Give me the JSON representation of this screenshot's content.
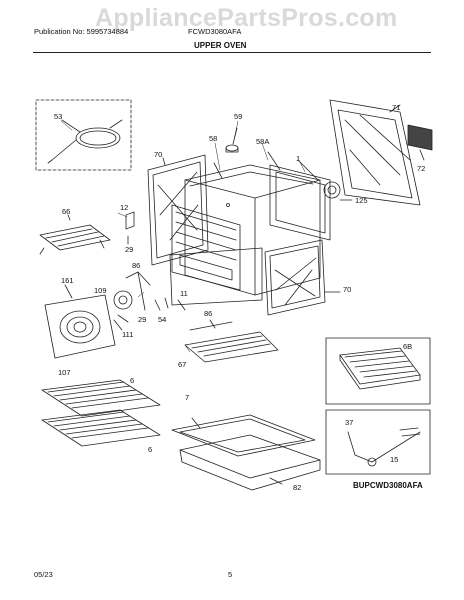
{
  "watermark": "AppliancePartsPros.com",
  "header": {
    "publication": "Publication No: 5995734884",
    "model": "FCWD3080AFA",
    "section_title": "UPPER OVEN"
  },
  "footer": {
    "date": "05/23",
    "page_number": "5"
  },
  "drawing_id": "BUPCWD3080AFA",
  "callouts": [
    "53",
    "59",
    "58",
    "58A",
    "70",
    "71",
    "72",
    "1",
    "125",
    "12",
    "66",
    "29",
    "86",
    "161",
    "109",
    "111",
    "29",
    "54",
    "11",
    "70",
    "86",
    "67",
    "6B",
    "107",
    "6",
    "7",
    "6",
    "37",
    "15",
    "82"
  ]
}
